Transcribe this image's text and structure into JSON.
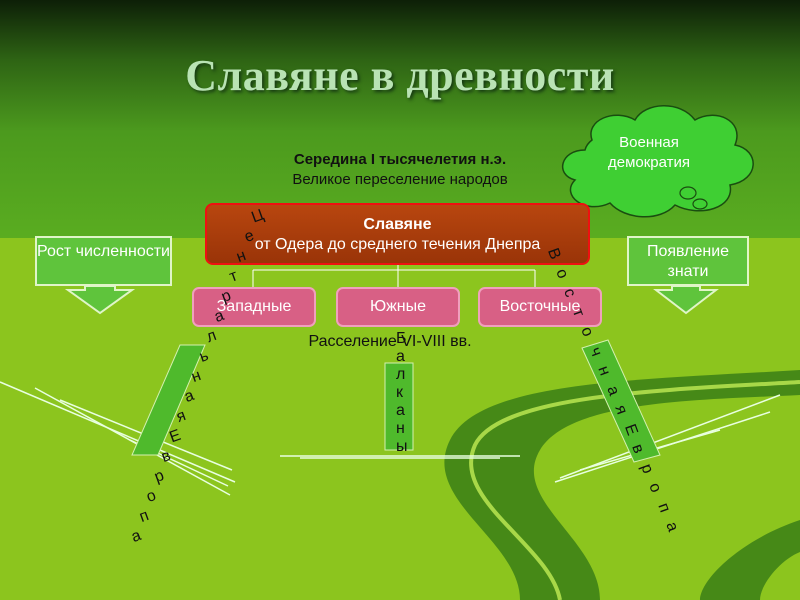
{
  "slide": {
    "title": "Славяне в древности",
    "period_line1": "Середина I тысячелетия н.э.",
    "period_line2": "Великое переселение народов",
    "cloud_text": "Военная демократия",
    "main_box": {
      "title": "Славяне",
      "subtitle": "от Одера до среднего течения Днепра"
    },
    "branches": [
      "Западные",
      "Южные",
      "Восточные"
    ],
    "settlement": "Расселение VI-VIII вв.",
    "left_box": "Рост численности",
    "right_box": "Появление знати",
    "region_left": "Центральная Европа",
    "region_center": "Балканы",
    "region_right": "Восточная Европа"
  },
  "colors": {
    "title": "#b9e3b4",
    "main_box": "#a83c0c",
    "branch_box": "#d86085",
    "side_box": "#5fc43c",
    "cloud": "#3fcf33"
  }
}
